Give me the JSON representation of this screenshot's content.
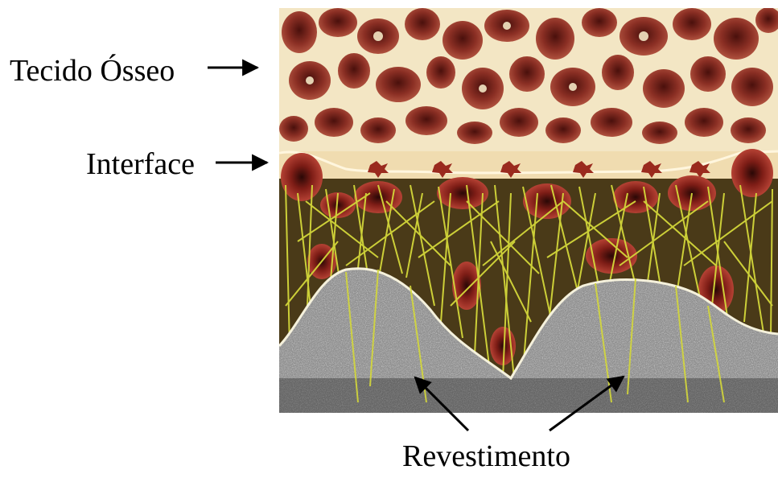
{
  "labels": {
    "bone_tissue": "Tecido Ósseo",
    "interface": "Interface",
    "coating": "Revestimento"
  },
  "colors": {
    "bone_background": "#f3e6c4",
    "pore_fill": "#8b2f24",
    "fibers": "#d4d83a",
    "implant_base": "#8f8f8f"
  }
}
